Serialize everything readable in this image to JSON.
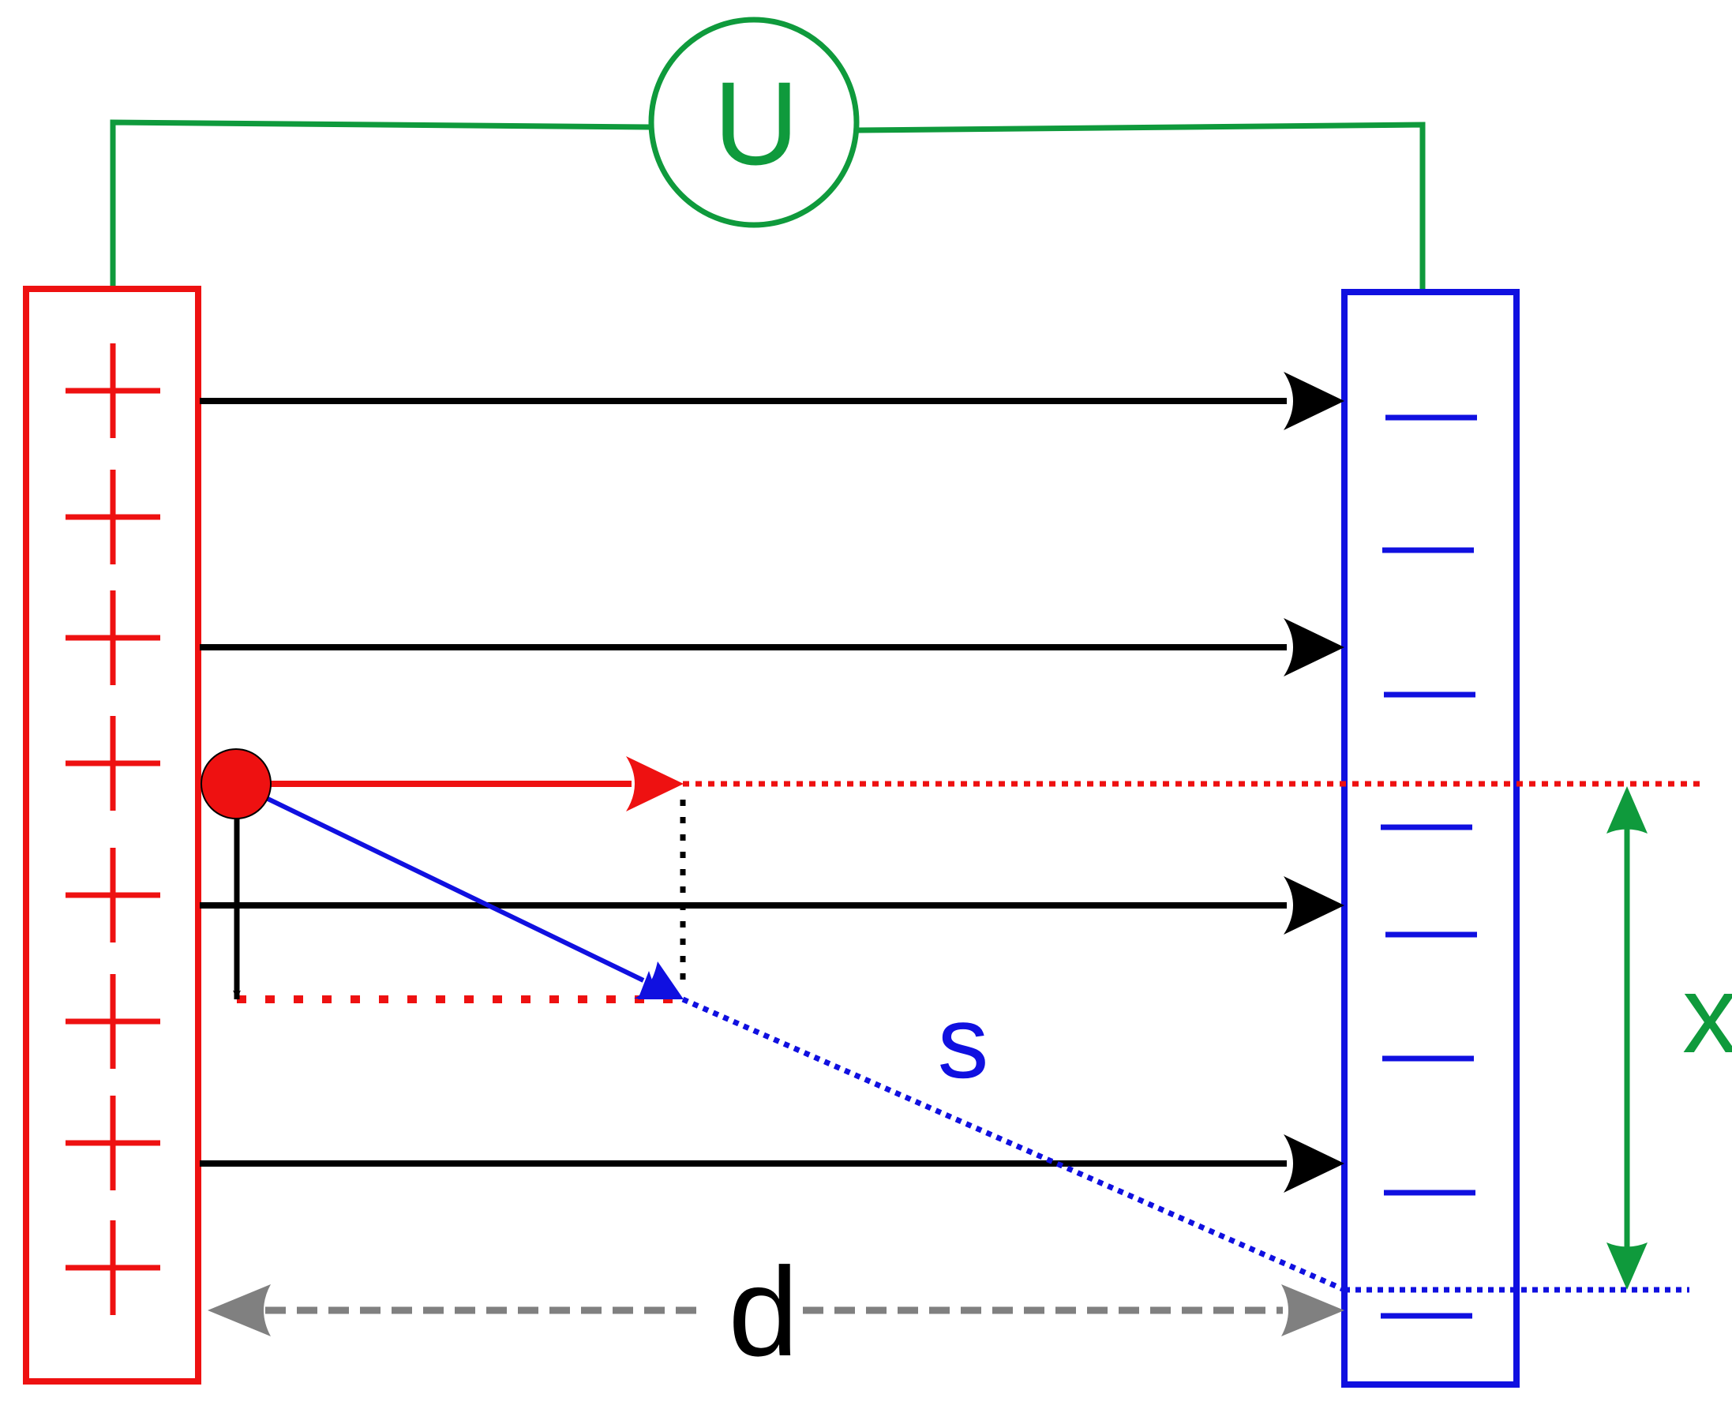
{
  "labels": {
    "voltage_source": "U",
    "plate_distance": "d",
    "path": "s",
    "deflection": "x"
  },
  "plates": {
    "positive_signs": [
      "+",
      "+",
      "+",
      "+",
      "+",
      "+",
      "+",
      "+"
    ],
    "negative_signs": [
      "−",
      "−",
      "−",
      "−",
      "−",
      "−",
      "−",
      "−"
    ]
  },
  "colors": {
    "positive": "#ee1111",
    "negative": "#1010e0",
    "circuit": "#0f9a3c",
    "field": "#000000",
    "distance": "#808080",
    "charge": "#ee1111"
  }
}
